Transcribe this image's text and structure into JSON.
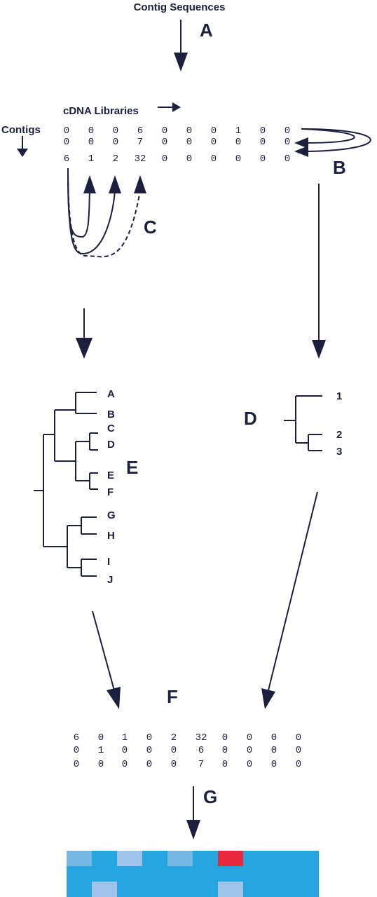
{
  "labels": {
    "contig_sequences": "Contig Sequences",
    "cdna_libraries": "cDNA Libraries",
    "contigs": "Contigs",
    "A": "A",
    "B": "B",
    "C": "C",
    "D": "D",
    "E": "E",
    "F": "F",
    "G": "G"
  },
  "input_matrix": [
    [
      "0",
      "0",
      "0",
      "6",
      "0",
      "0",
      "0",
      "1",
      "0",
      "0"
    ],
    [
      "0",
      "0",
      "0",
      "7",
      "0",
      "0",
      "0",
      "0",
      "0",
      "0"
    ],
    [
      "6",
      "1",
      "2",
      "32",
      "0",
      "0",
      "0",
      "0",
      "0",
      "0"
    ]
  ],
  "output_matrix": [
    [
      "6",
      "0",
      "1",
      "0",
      "2",
      "32",
      "0",
      "0",
      "0",
      "0"
    ],
    [
      "0",
      "1",
      "0",
      "0",
      "0",
      "6",
      "0",
      "0",
      "0",
      "0"
    ],
    [
      "0",
      "0",
      "0",
      "0",
      "0",
      "7",
      "0",
      "0",
      "0",
      "0"
    ]
  ],
  "tree_E_leaves": [
    "A",
    "B",
    "C",
    "D",
    "E",
    "F",
    "G",
    "H",
    "I",
    "J"
  ],
  "tree_D_leaves": [
    "1",
    "2",
    "3"
  ],
  "heatmap": {
    "cells": [
      [
        1,
        0,
        2,
        0,
        1,
        0,
        3,
        0,
        0,
        0
      ],
      [
        0,
        0,
        0,
        0,
        0,
        0,
        0,
        0,
        0,
        0
      ],
      [
        0,
        2,
        0,
        0,
        0,
        0,
        2,
        0,
        0,
        0
      ]
    ],
    "colors": [
      "#25a6e1",
      "#76b7e6",
      "#9fc3ea",
      "#e8283c"
    ]
  }
}
